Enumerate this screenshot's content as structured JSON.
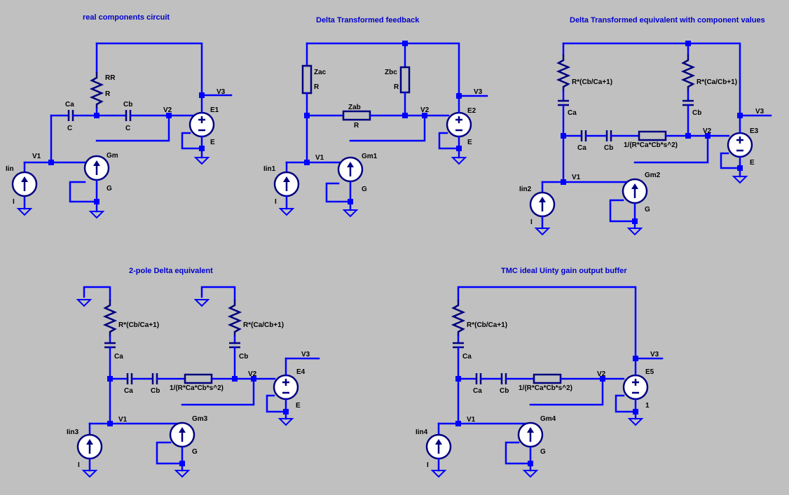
{
  "titles": {
    "t1": "real components circuit",
    "t2": "Delta Transformed feedback",
    "t3": "Delta Transformed equivalent with component values",
    "t4": "2-pole Delta equivalent",
    "t5": "TMC  ideal Uinty gain output buffer"
  },
  "c1": {
    "rr": "RR",
    "r": "R",
    "ca": "Ca",
    "cb": "Cb",
    "c": "C",
    "v1": "V1",
    "v2": "V2",
    "v3": "V3",
    "iin": "Iin",
    "i": "I",
    "gm": "Gm",
    "g": "G",
    "e1": "E1",
    "e": "E"
  },
  "c2": {
    "zac": "Zac",
    "zbc": "Zbc",
    "zab": "Zab",
    "r": "R",
    "v1": "V1",
    "v2": "V2",
    "v3": "V3",
    "iin": "Iin1",
    "i": "I",
    "gm": "Gm1",
    "g": "G",
    "e2": "E2",
    "e": "E"
  },
  "c3": {
    "rca": "R*(Cb/Ca+1)",
    "rcb": "R*(Ca/Cb+1)",
    "ca": "Ca",
    "cb": "Cb",
    "zr": "1/(R*Ca*Cb*s^2)",
    "v1": "V1",
    "v2": "V2",
    "v3": "V3",
    "iin": "Iin2",
    "i": "I",
    "gm": "Gm2",
    "g": "G",
    "e3": "E3",
    "e": "E"
  },
  "c4": {
    "rca": "R*(Cb/Ca+1)",
    "rcb": "R*(Ca/Cb+1)",
    "ca": "Ca",
    "cb": "Cb",
    "zr": "1/(R*Ca*Cb*s^2)",
    "v1": "V1",
    "v2": "V2",
    "v3": "V3",
    "iin": "Iin3",
    "i": "I",
    "gm": "Gm3",
    "g": "G",
    "e4": "E4",
    "e": "E"
  },
  "c5": {
    "rca": "R*(Cb/Ca+1)",
    "ca": "Ca",
    "cb": "Cb",
    "zr": "1/(R*Ca*Cb*s^2)",
    "v1": "V1",
    "v2": "V2",
    "v3": "V3",
    "iin": "Iin4",
    "i": "I",
    "gm": "Gm4",
    "g": "G",
    "e5": "E5",
    "gain": "1"
  }
}
